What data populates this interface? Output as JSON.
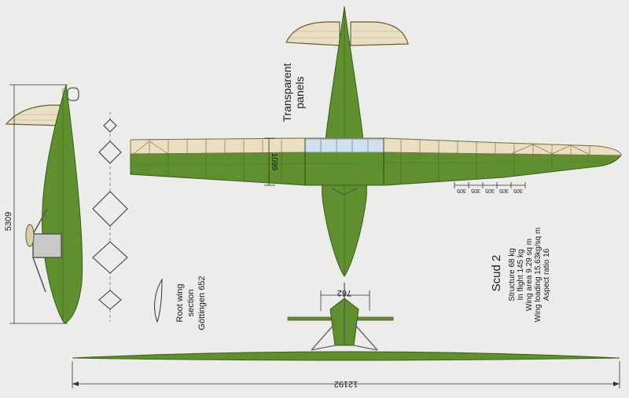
{
  "colors": {
    "fuselage": "#5f8f2e",
    "fuselage_dark": "#3f6a1c",
    "fabric": "#e9e0c4",
    "structure": "#9a7a4a",
    "glazing": "#cfe1ee",
    "background": "#ececea"
  },
  "labels": {
    "transparent_line1": "Transparent",
    "transparent_line2": "panels",
    "span_dim": "12192",
    "length_dim": "5309",
    "chord_dim": "1099",
    "tail_dim": "762",
    "rib_spacing": "305",
    "root_line1": "Root wing",
    "root_line2": "section",
    "root_line3": "Göttingen 652"
  },
  "specs": {
    "name": "Scud 2",
    "lines": [
      "Structure 68 kg",
      "In flight 145 kg",
      "Wing area 9.29 sq m",
      "Wing loading 15.63kg/sq m",
      "Aspect ratio 16"
    ]
  }
}
